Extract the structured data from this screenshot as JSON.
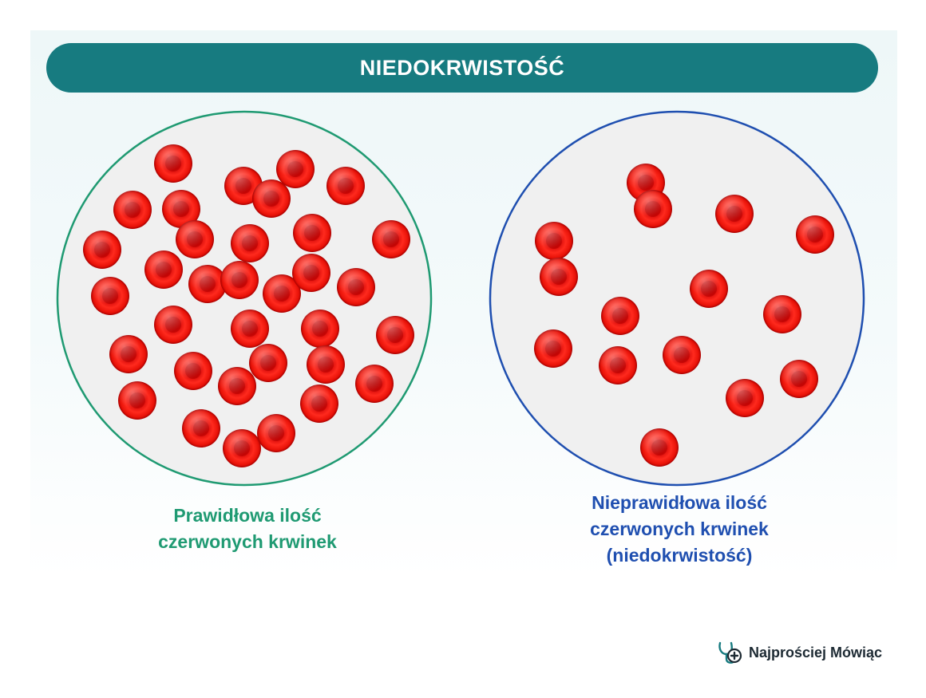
{
  "title": "NIEDOKRWISTOŚĆ",
  "colors": {
    "title_bg": "#177b80",
    "normal_border": "#1f9a72",
    "anemia_border": "#1f4fb0",
    "cell_red": "#e01010",
    "circle_fill": "#f0f0f0"
  },
  "left_panel": {
    "caption_lines": [
      "Prawidłowa ilość",
      "czerwonych krwinek"
    ]
  },
  "right_panel": {
    "caption_lines": [
      "Nieprawidłowa ilość",
      "czerwonych krwinek",
      "(niedokrwistość)"
    ]
  },
  "brand": {
    "name": "Najprościej Mówiąc",
    "icon": "stethoscope-plus-icon"
  }
}
